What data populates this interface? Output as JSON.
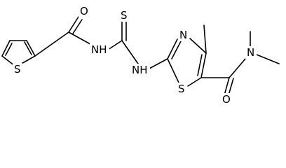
{
  "atom_labels": {
    "carbonyl_oxygen_amide_left": "O",
    "thiophene_sulfur": "S",
    "amide_nitrogen_left": "NH",
    "thiocarbonyl_sulfur": "S",
    "thiourea_nitrogen_right": "NH",
    "thiazole_nitrogen": "N",
    "thiazole_sulfur": "S",
    "dimethylamide_nitrogen": "N",
    "carbonyl_oxygen_amide_right": "O"
  }
}
